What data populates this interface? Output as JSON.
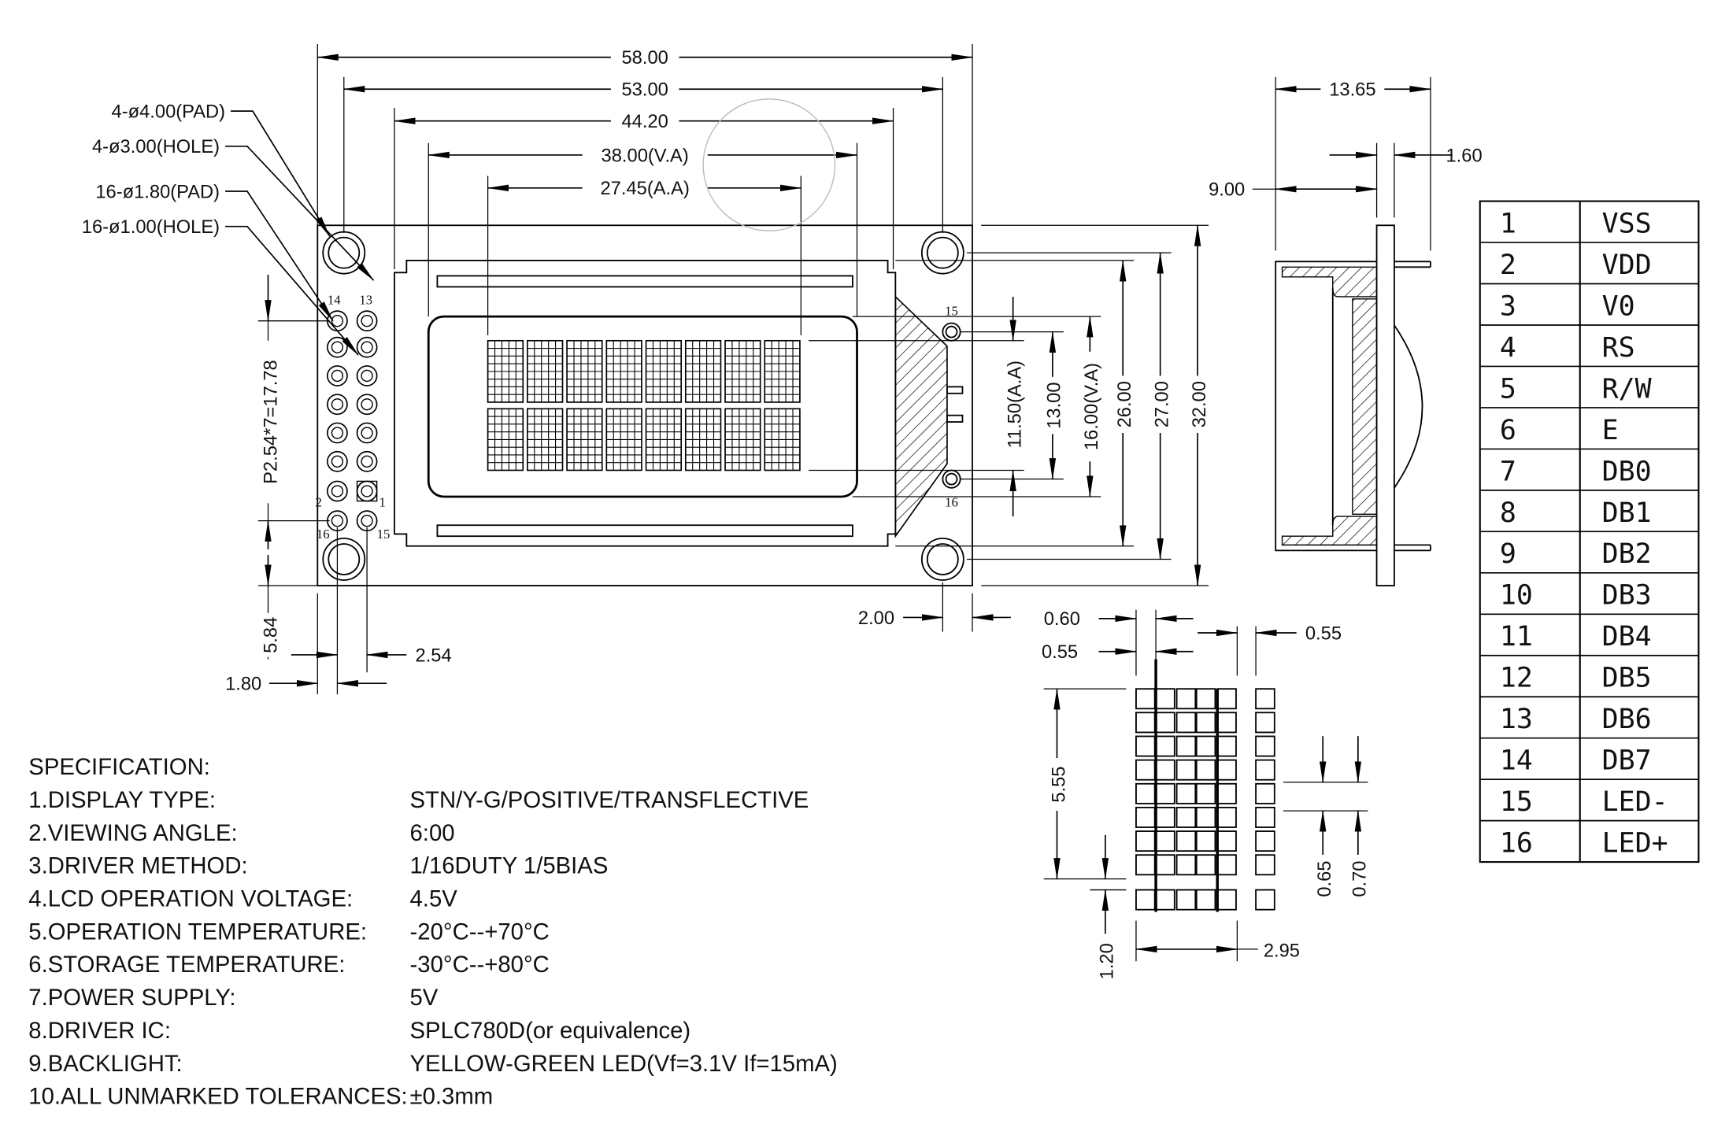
{
  "front_view": {
    "dims_horizontal": {
      "overall": "58.00",
      "holes": "53.00",
      "bezel": "44.20",
      "view_area": "38.00(V.A)",
      "active_area": "27.45(A.A)"
    },
    "dims_vertical": {
      "active_area": "11.50(A.A)",
      "led_pins": "13.00",
      "view_area": "16.00(V.A)",
      "bezel": "26.00",
      "holes": "27.00",
      "overall": "32.00"
    },
    "callouts": [
      "4-ø4.00(PAD)",
      "4-ø3.00(HOLE)",
      "16-ø1.80(PAD)",
      "16-ø1.00(HOLE)"
    ],
    "pin_pitch": "P2.54*7=17.78",
    "dim_bottom_left": "5.84",
    "dim_pin_col": "2.54",
    "dim_pin_edge": "1.80",
    "dim_right_edge": "2.00",
    "pin_labels": {
      "p14": "14",
      "p13": "13",
      "p2": "2",
      "p1": "1",
      "p16": "16",
      "p15": "15",
      "led15": "15",
      "led16": "16"
    },
    "characters": {
      "rows": 2,
      "cols": 8
    }
  },
  "side_view": {
    "depth": "13.65",
    "pcb": "1.60",
    "bezel_offset": "9.00"
  },
  "char_detail": {
    "dot_pitch_x": "0.60",
    "dot_w": "0.55",
    "char_gap": "0.55",
    "char_h": "5.55",
    "cursor": "1.20",
    "char_w": "2.95",
    "dot_h": "0.65",
    "dot_pitch_y": "0.70"
  },
  "pin_table": [
    {
      "pin": "1",
      "name": "VSS"
    },
    {
      "pin": "2",
      "name": "VDD"
    },
    {
      "pin": "3",
      "name": "V0"
    },
    {
      "pin": "4",
      "name": "RS"
    },
    {
      "pin": "5",
      "name": "R/W"
    },
    {
      "pin": "6",
      "name": "E"
    },
    {
      "pin": "7",
      "name": "DB0"
    },
    {
      "pin": "8",
      "name": "DB1"
    },
    {
      "pin": "9",
      "name": "DB2"
    },
    {
      "pin": "10",
      "name": "DB3"
    },
    {
      "pin": "11",
      "name": "DB4"
    },
    {
      "pin": "12",
      "name": "DB5"
    },
    {
      "pin": "13",
      "name": "DB6"
    },
    {
      "pin": "14",
      "name": "DB7"
    },
    {
      "pin": "15",
      "name": "LED-"
    },
    {
      "pin": "16",
      "name": "LED+"
    }
  ],
  "specification": {
    "title": "SPECIFICATION:",
    "items": [
      {
        "label": "1.DISPLAY TYPE:",
        "value": "STN/Y-G/POSITIVE/TRANSFLECTIVE"
      },
      {
        "label": "2.VIEWING ANGLE:",
        "value": "6:00"
      },
      {
        "label": "3.DRIVER METHOD:",
        "value": "1/16DUTY   1/5BIAS"
      },
      {
        "label": "4.LCD OPERATION VOLTAGE:",
        "value": "4.5V"
      },
      {
        "label": "5.OPERATION TEMPERATURE:",
        "value": "-20°C--+70°C"
      },
      {
        "label": "6.STORAGE TEMPERATURE:",
        "value": "-30°C--+80°C"
      },
      {
        "label": "7.POWER SUPPLY:",
        "value": "5V"
      },
      {
        "label": "8.DRIVER IC:",
        "value": "SPLC780D(or equivalence)"
      },
      {
        "label": "9.BACKLIGHT:",
        "value": "YELLOW-GREEN LED(Vf=3.1V If=15mA)"
      },
      {
        "label": "10.ALL UNMARKED TOLERANCES:",
        "value": "±0.3mm"
      }
    ]
  }
}
